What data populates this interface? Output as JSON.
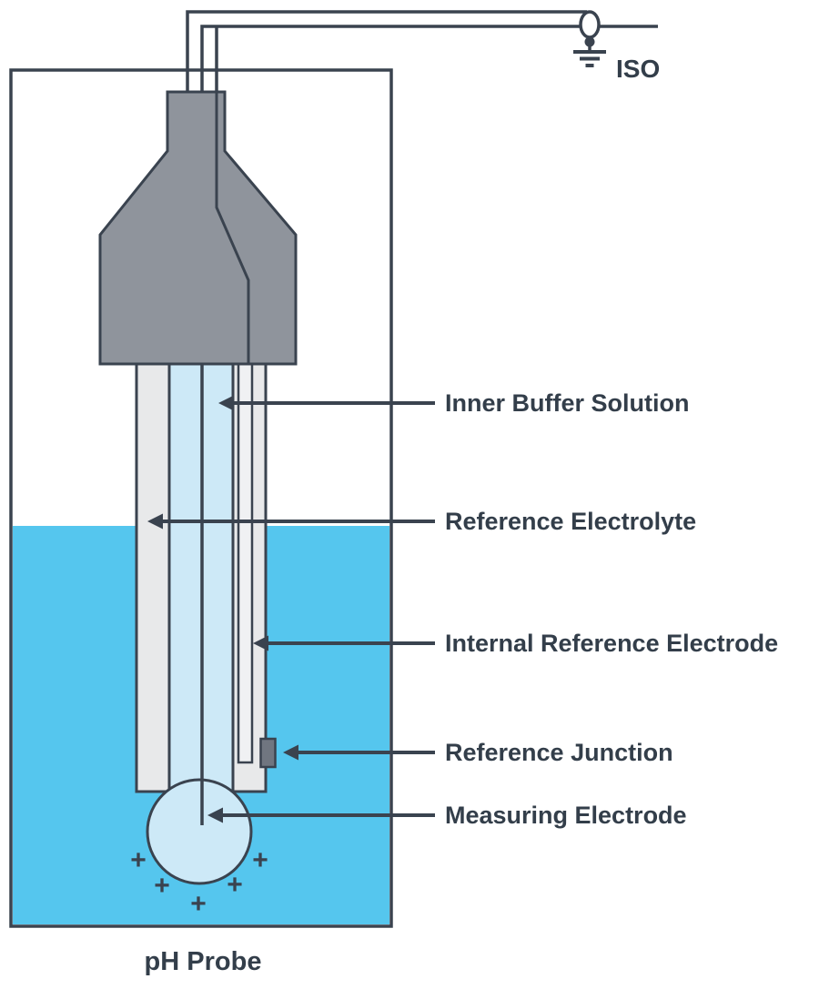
{
  "title": "pH Probe",
  "iso_label": "ISO",
  "plus_sign": "+",
  "callouts": [
    {
      "label": "Inner Buffer Solution"
    },
    {
      "label": "Reference Electrolyte"
    },
    {
      "label": "Internal Reference Electrode"
    },
    {
      "label": "Reference Junction"
    },
    {
      "label": "Measuring Electrode"
    }
  ],
  "colors": {
    "outline": "#3a434f",
    "text": "#333e4a",
    "liquid_blue": "#55c6ee",
    "buffer_blue": "#cde9f7",
    "cap_gray": "#8f949c",
    "tube_gray": "#e8e9ea",
    "junction_gray": "#707680"
  }
}
